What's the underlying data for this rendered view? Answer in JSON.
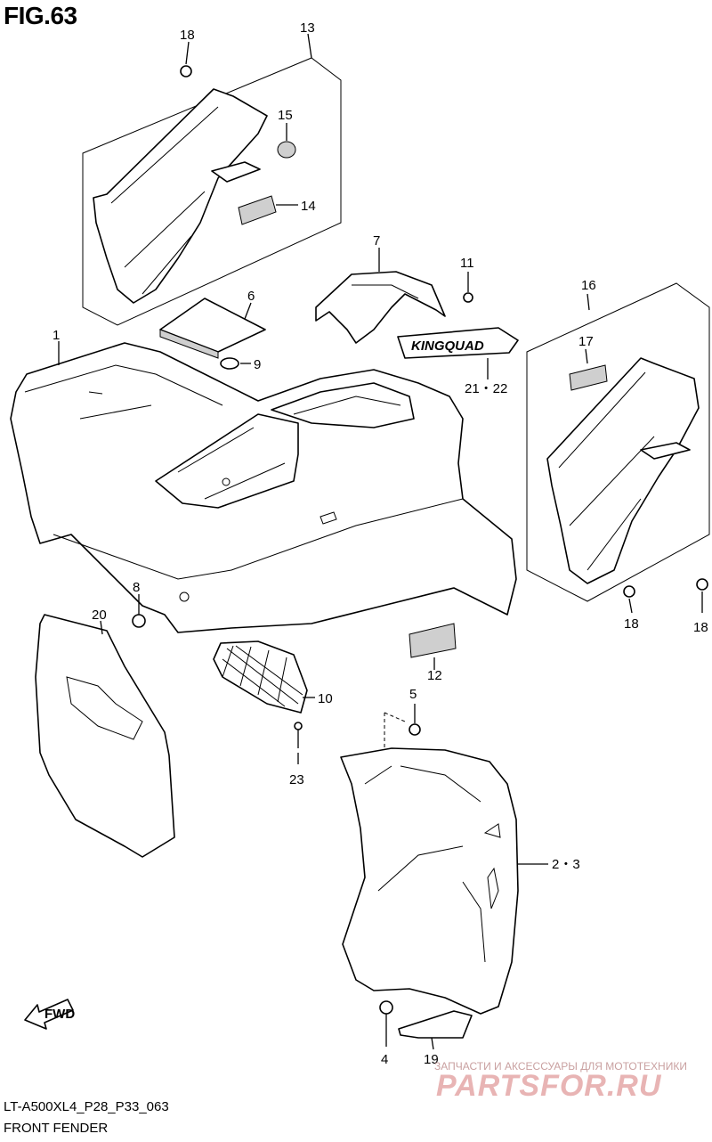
{
  "figure": {
    "title": "FIG.63",
    "model_code": "LT-A500XL4_P28_P33_063",
    "section_name": "FRONT FENDER"
  },
  "callouts": {
    "c1": "1",
    "c2_3": "2・3",
    "c4": "4",
    "c5": "5",
    "c7": "7",
    "c8": "8",
    "c9": "9",
    "c10": "10",
    "c11": "11",
    "c12": "12",
    "c13": "13",
    "c14": "14",
    "c15": "15",
    "c16": "16",
    "c17": "17",
    "c18a": "18",
    "c18b": "18",
    "c18c": "18",
    "c19": "19",
    "c20": "20",
    "c21_22": "21・22",
    "c23": "23"
  },
  "decal": {
    "text": "KINGQUAD"
  },
  "arrow": {
    "text": "FWD"
  },
  "watermark": {
    "tagline": "ЗАПЧАСТИ И АКСЕССУАРЫ ДЛЯ МОТОТЕХНИКИ",
    "logo": "PARTSFOR.RU"
  }
}
